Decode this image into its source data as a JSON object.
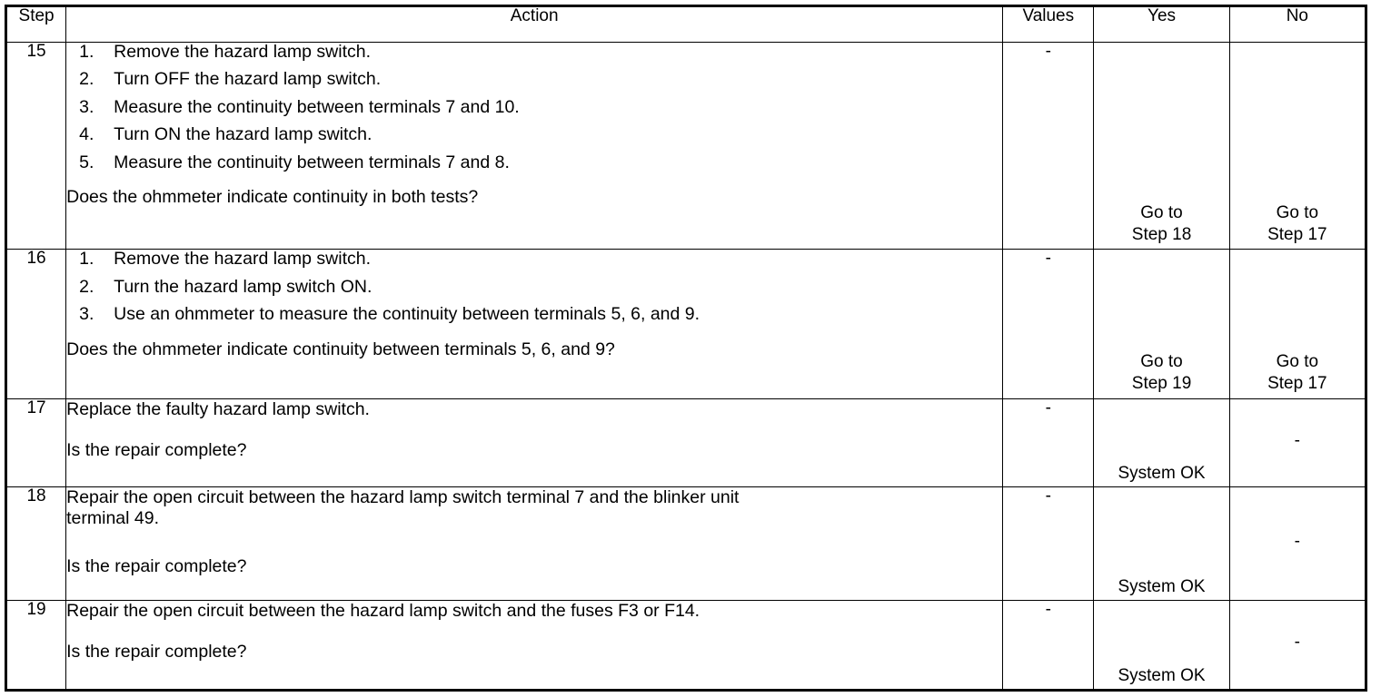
{
  "table": {
    "columns": [
      {
        "key": "step",
        "label": "Step"
      },
      {
        "key": "action",
        "label": "Action"
      },
      {
        "key": "values",
        "label": "Values"
      },
      {
        "key": "yes",
        "label": "Yes"
      },
      {
        "key": "no",
        "label": "No"
      }
    ],
    "rows": [
      {
        "step": "15",
        "action": {
          "list": [
            {
              "num": "1.",
              "text": "Remove the hazard lamp switch."
            },
            {
              "num": "2.",
              "text": "Turn OFF the hazard lamp switch."
            },
            {
              "num": "3.",
              "text": "Measure the continuity between terminals 7 and 10."
            },
            {
              "num": "4.",
              "text": "Turn ON the hazard lamp switch."
            },
            {
              "num": "5.",
              "text": "Measure the continuity between terminals 7 and 8."
            }
          ],
          "question": "Does the ohmmeter indicate continuity in both tests?"
        },
        "values": "-",
        "yes": "Go to\nStep 18",
        "yes_line1": "Go to",
        "yes_line2": "Step 18",
        "no_line1": "Go to",
        "no_line2": "Step 17"
      },
      {
        "step": "16",
        "action": {
          "list": [
            {
              "num": "1.",
              "text": "Remove the hazard lamp switch."
            },
            {
              "num": "2.",
              "text": "Turn the hazard lamp switch ON."
            },
            {
              "num": "3.",
              "text": "Use an ohmmeter to measure the continuity between terminals 5, 6, and 9."
            }
          ],
          "question": "Does the ohmmeter indicate continuity between terminals 5, 6, and 9?"
        },
        "values": "-",
        "yes_line1": "Go to",
        "yes_line2": "Step 19",
        "no_line1": "Go to",
        "no_line2": "Step 17"
      },
      {
        "step": "17",
        "action": {
          "lines": [
            "Replace the faulty hazard lamp switch."
          ],
          "question": "Is the repair complete?"
        },
        "values": "-",
        "yes_line1": "System OK",
        "no_line1": "-"
      },
      {
        "step": "18",
        "action": {
          "lines": [
            "Repair the open circuit between the hazard lamp switch terminal 7 and the blinker unit",
            "terminal 49."
          ],
          "question": "Is the repair complete?"
        },
        "values": "-",
        "yes_line1": "System OK",
        "no_line1": "-"
      },
      {
        "step": "19",
        "action": {
          "lines": [
            "Repair the open circuit between the hazard lamp switch and the fuses F3 or F14."
          ],
          "question": "Is the repair complete?"
        },
        "values": "-",
        "yes_line1": "System OK",
        "no_line1": "-"
      }
    ]
  }
}
